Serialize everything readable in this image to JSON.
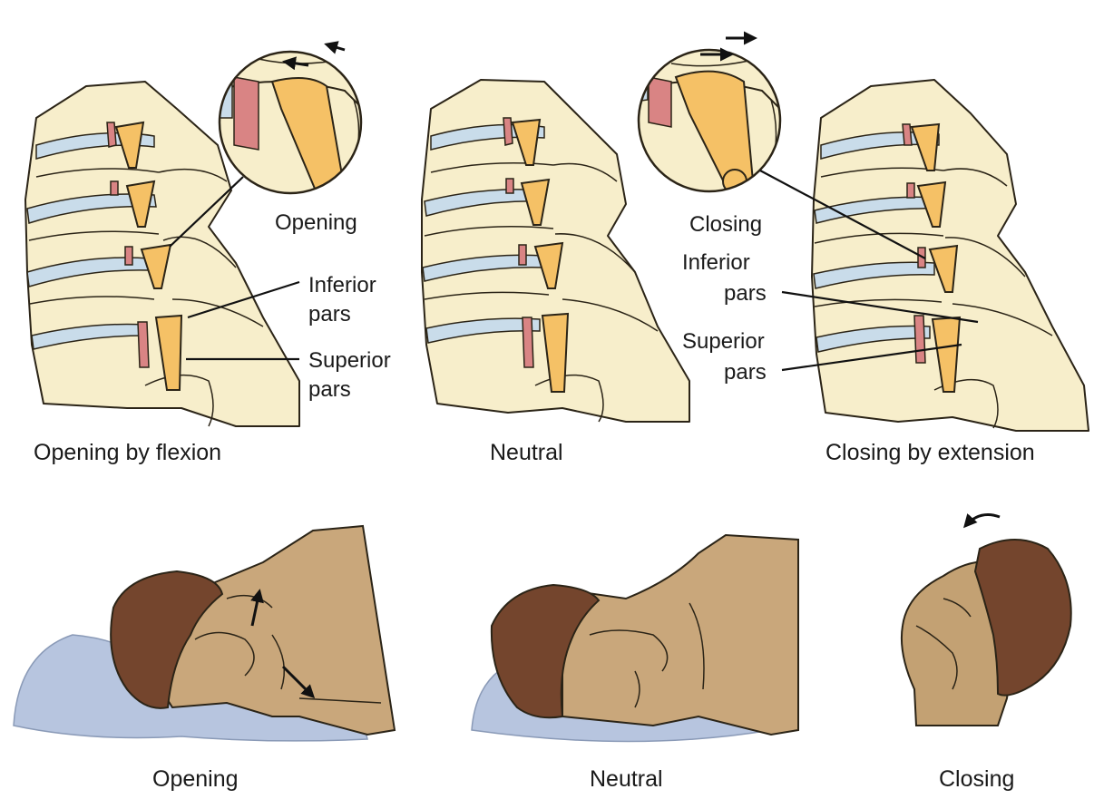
{
  "panels": {
    "flexion": {
      "inset_label": "Opening",
      "inferior_label_1": "Inferior",
      "inferior_label_2": "pars",
      "superior_label_1": "Superior",
      "superior_label_2": "pars",
      "caption": "Opening by flexion",
      "bottom_caption": "Opening"
    },
    "neutral": {
      "caption": "Neutral",
      "bottom_caption": "Neutral"
    },
    "extension": {
      "inset_label": "Closing",
      "inferior_label_1": "Inferior",
      "inferior_label_2": "pars",
      "superior_label_1": "Superior",
      "superior_label_2": "pars",
      "caption": "Closing by extension",
      "bottom_caption": "Closing"
    }
  },
  "colors": {
    "bone": "#f7eecb",
    "disc": "#c9dcea",
    "facet": "#f5c166",
    "ligament": "#d98484",
    "hair": "#74452d",
    "skin": "#c9a77b",
    "pillow": "#b7c5df"
  }
}
